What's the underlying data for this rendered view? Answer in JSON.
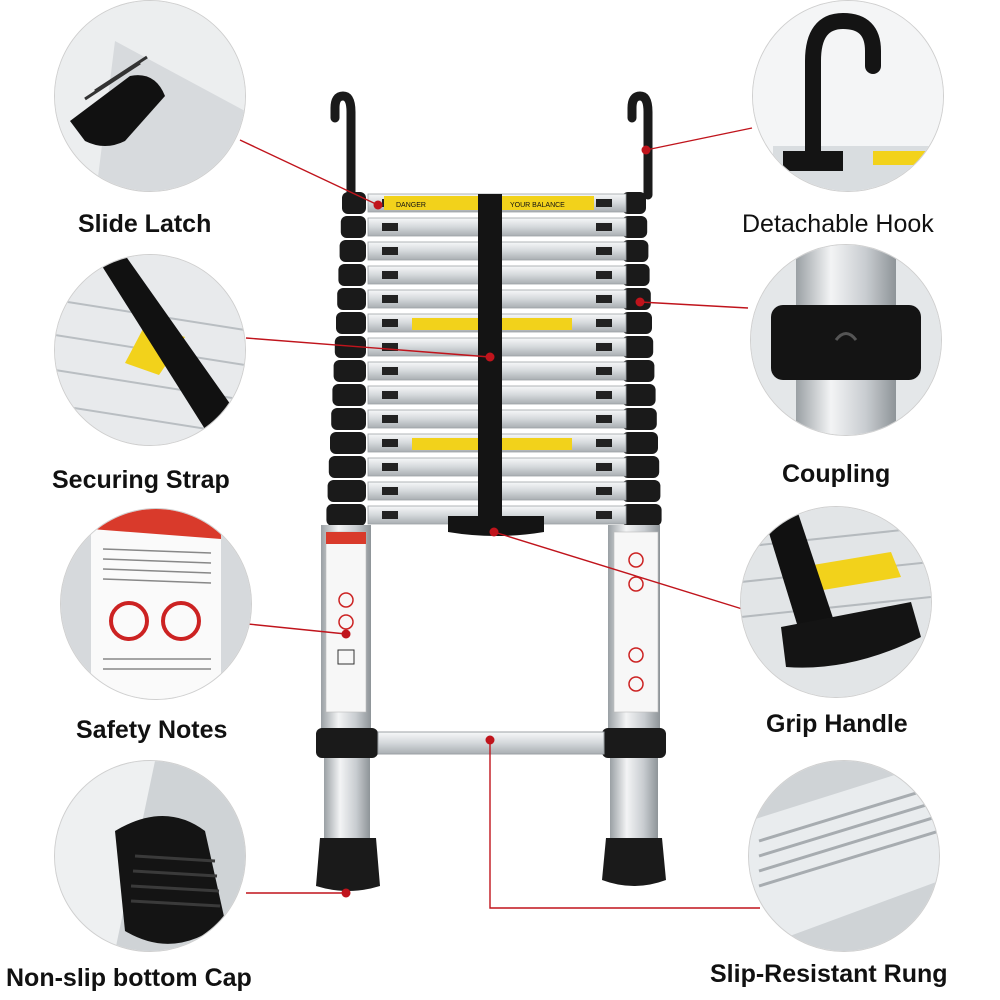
{
  "callouts": {
    "slide_latch": "Slide Latch",
    "securing_strap": "Securing Strap",
    "safety_notes": "Safety Notes",
    "non_slip_cap": "Non-slip bottom Cap",
    "detachable_hook": "Detachable Hook",
    "coupling": "Coupling",
    "grip_handle": "Grip Handle",
    "slip_resistant_rung": "Slip-Resistant Rung"
  },
  "rung_labels": {
    "danger": "DANGER",
    "balance": "YOUR BALANCE"
  },
  "colors": {
    "leader_line": "#c0141c",
    "aluminium": "#d9dde0",
    "black_part": "#1a1a1a",
    "warning_yellow": "#f2d21b"
  }
}
